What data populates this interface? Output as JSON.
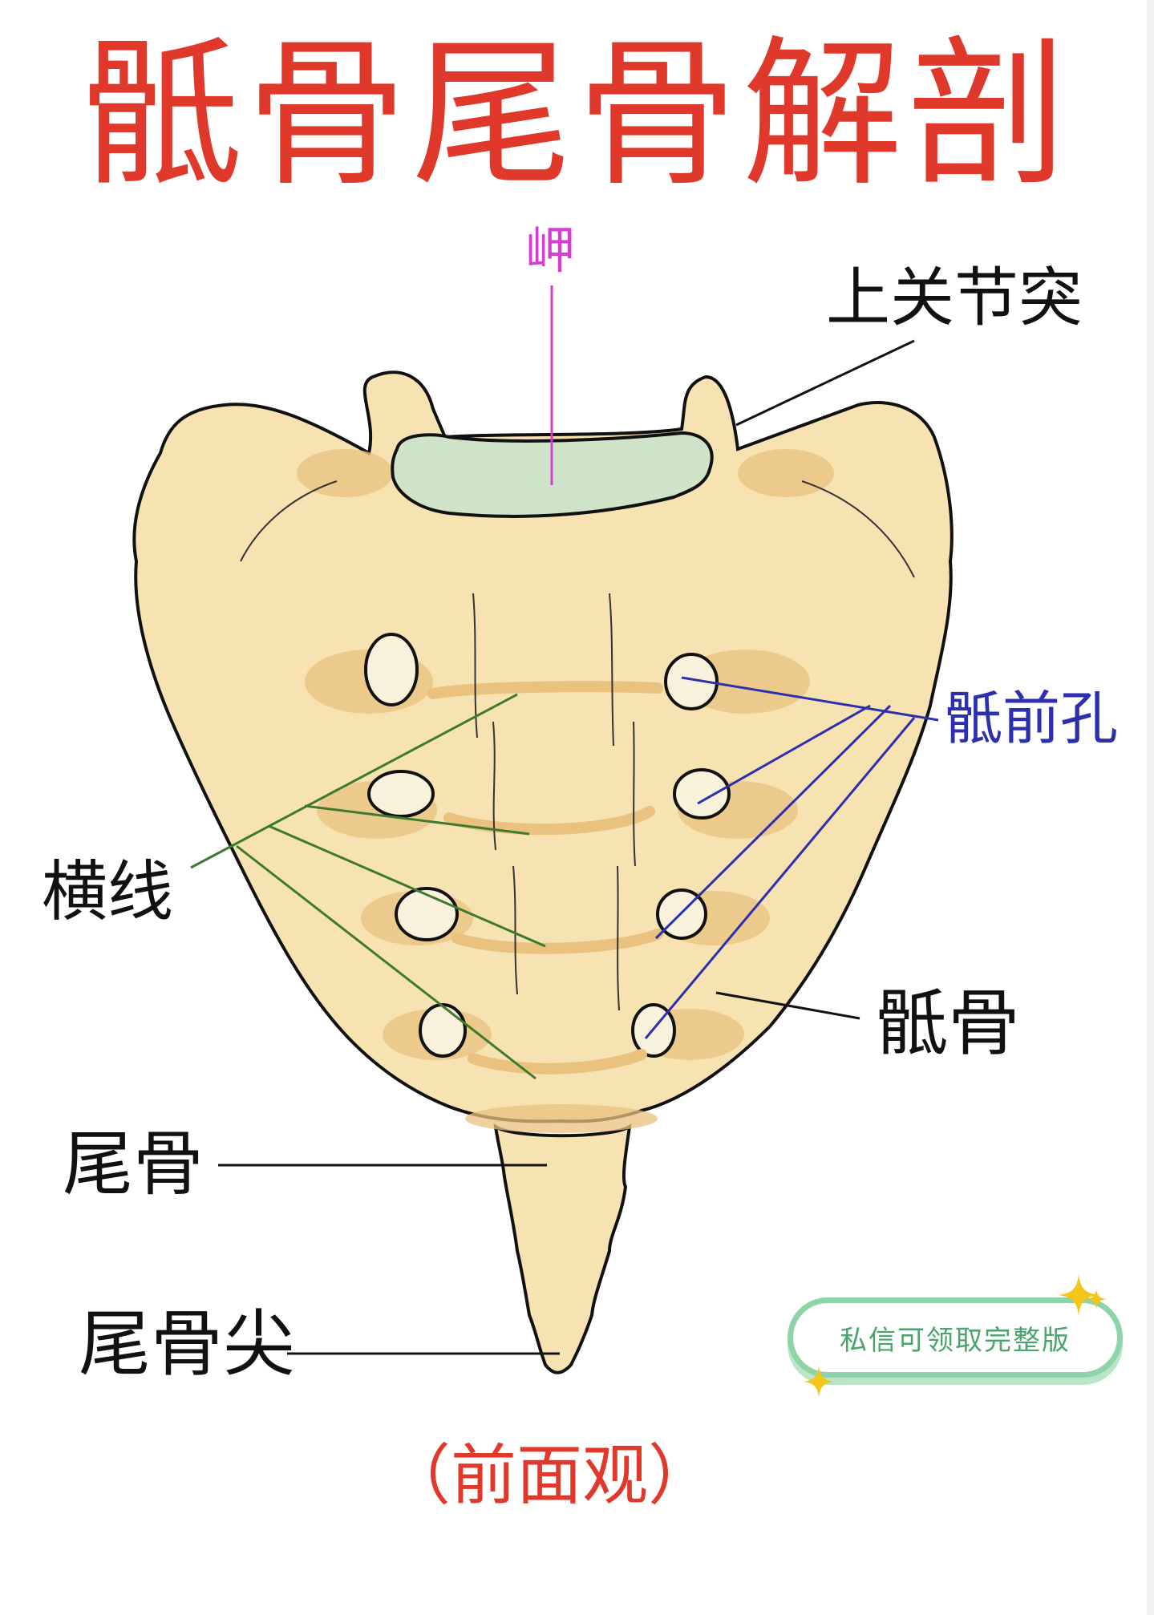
{
  "title": "骶骨尾骨解剖",
  "caption": "（前面观）",
  "labels": {
    "promontory": "岬",
    "superior_articular_process": "上关节突",
    "anterior_sacral_foramina": "骶前孔",
    "transverse_ridges": "横线",
    "sacrum": "骶骨",
    "coccyx": "尾骨",
    "coccyx_apex": "尾骨尖"
  },
  "badge": {
    "text": "私信可领取完整版"
  },
  "colors": {
    "title": "#e0382a",
    "promontory_line": "#d43fcf",
    "foramina_line": "#2c2fb0",
    "transverse_line": "#3d7a2e",
    "label_black": "#111111",
    "bone_fill": "#f7e2b2",
    "bone_shade": "#e8c27e",
    "disc_fill": "#cfe3c8",
    "badge_border": "#8fd3a8",
    "badge_text": "#4aa36a",
    "sparkle": "#f5c518"
  }
}
